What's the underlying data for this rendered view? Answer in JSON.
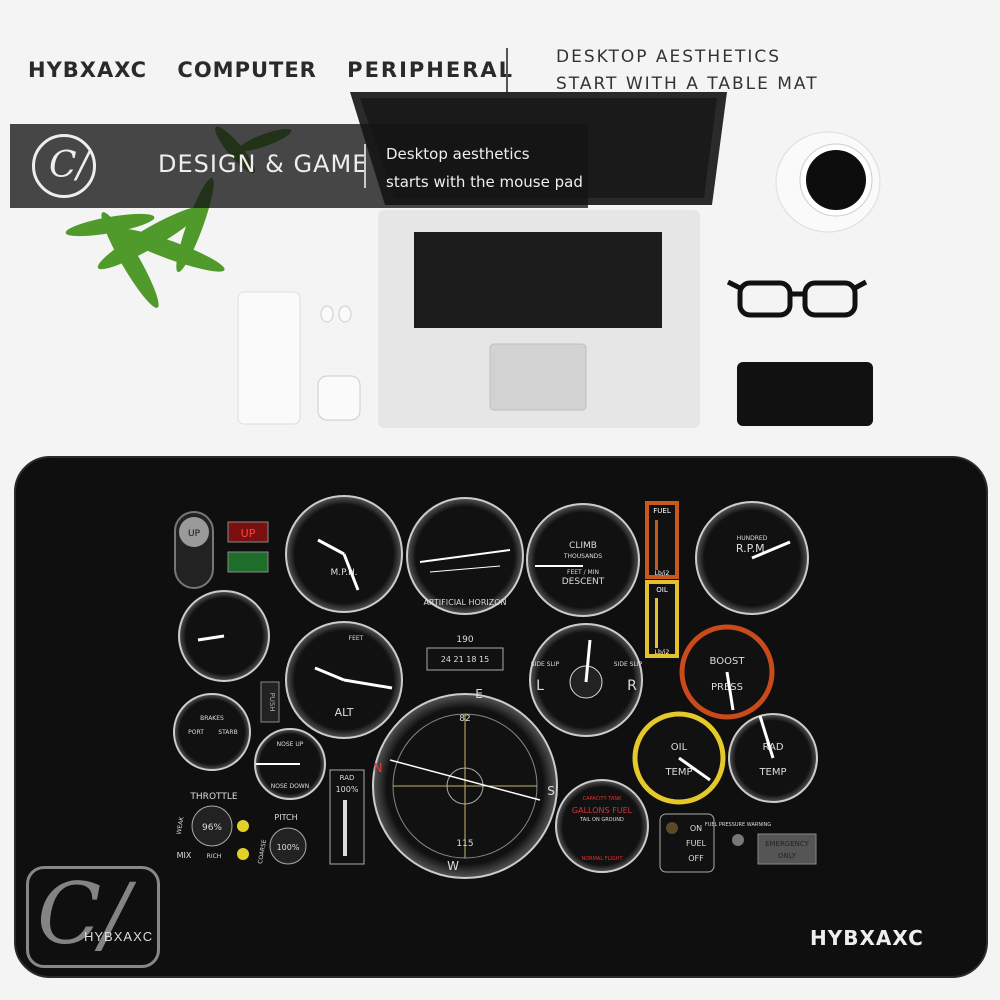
{
  "header": {
    "brand": "HYBXAXC",
    "computer": "COMPUTER",
    "peripheral": "PERIPHERAL",
    "tagline_1": "DESKTOP AESTHETICS",
    "tagline_2": "START WITH A TABLE MAT"
  },
  "banner": {
    "logo": "C/",
    "title": "DESIGN & GAME",
    "sub_1": "Desktop aesthetics",
    "sub_2": "starts with the mouse pad"
  },
  "mat": {
    "brand_left": "HYBXAXC",
    "brand_right": "HYBXAXC",
    "watermark": "C/"
  },
  "panel": {
    "gear_up_button": "UP",
    "gear_up_light": "UP",
    "airspeed_unit": "M.P.H.",
    "horizon_label": "ARTIFICIAL HORIZON",
    "climb": "CLIMB",
    "thousands": "THOUSANDS",
    "feet_min": "FEET / MIN",
    "descent": "DESCENT",
    "fuel": "FUEL",
    "lbs_fuel": "Lb/i2",
    "oil": "OIL",
    "lbs_oil": "Lb/i2",
    "rpm_hundred": "HUNDRED",
    "rpm": "R.P.M.",
    "alt": "ALT",
    "alt_feet": "FEET",
    "heading_top": "190",
    "heading_scale": "24  21  18  15",
    "side_slip_l": "SIDE SLIP",
    "side_slip_r": "SIDE SLIP",
    "turn_l": "L",
    "turn_r": "R",
    "boost": "BOOST",
    "press": "PRESS",
    "push": "PUSH",
    "brakes": "BRAKES",
    "port": "PORT",
    "starb": "STARB",
    "nose_up": "NOSE UP",
    "nose_down": "NOSE DOWN",
    "compass_82": "82",
    "compass_115": "115",
    "compass_e": "E",
    "compass_s": "S",
    "compass_w": "W",
    "compass_n": "N",
    "rad": "RAD",
    "rad_pct": "100%",
    "throttle": "THROTTLE",
    "throttle_pct": "96%",
    "weak": "WEAK",
    "rich": "RICH",
    "mix": "MIX",
    "pitch": "PITCH",
    "pitch_pct": "100%",
    "coarse": "COARSE",
    "capacity": "CAPACITY TANK",
    "gallons": "GALLONS FUEL",
    "tail_on_ground": "TAIL ON GROUND",
    "normal_flight": "NORMAL FLIGHT",
    "oil_temp_oil": "OIL",
    "oil_temp_temp": "TEMP",
    "rad_temp_rad": "RAD",
    "rad_temp_temp": "TEMP",
    "on": "ON",
    "fuel_switch": "FUEL",
    "off": "OFF",
    "fuel_pressure": "FUEL PRESSURE WARNING",
    "emergency": "EMERGENCY",
    "only": "ONLY"
  },
  "colors": {
    "mat": "#0f0f0f",
    "fuel_box": "#c65a1e",
    "oil_box": "#e2c12a",
    "boost_ring": "#c94a1a",
    "oil_temp_ring": "#e5c82a",
    "gear_light_red": "#7a1010",
    "gear_light_green": "#1e6d2a"
  }
}
